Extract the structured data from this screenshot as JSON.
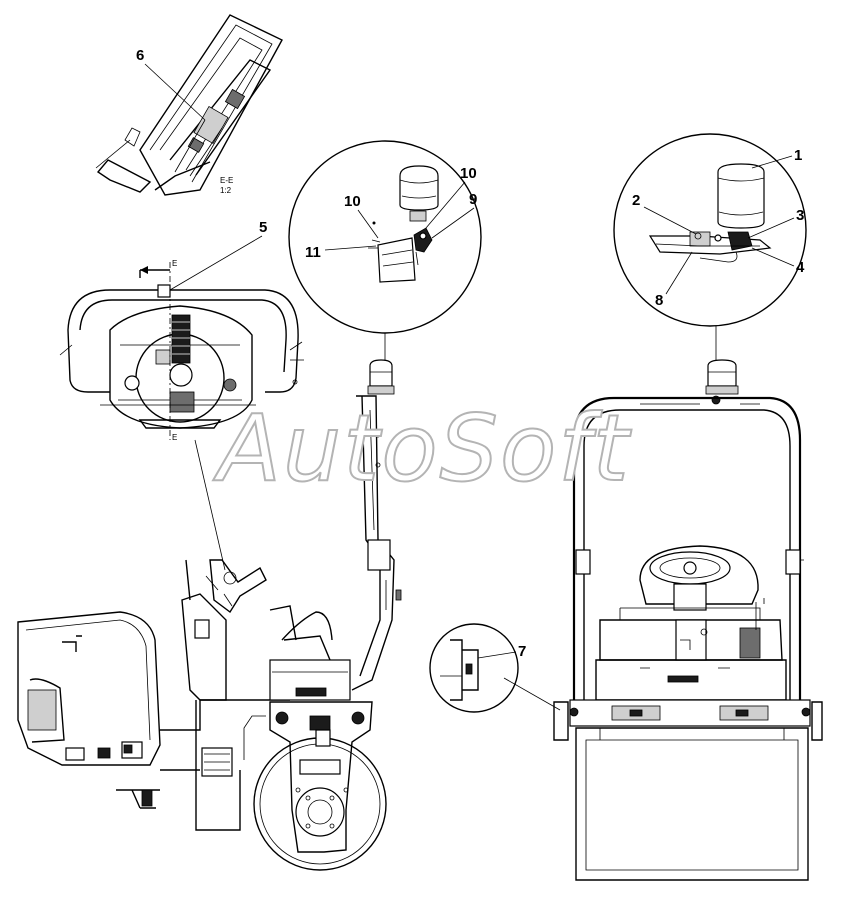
{
  "watermark": "AutoSoft",
  "section_label": {
    "marker_top": "E-E",
    "marker_bottom": "1:2",
    "marker_letter_top": "E",
    "marker_letter_bottom": "E"
  },
  "callouts": {
    "c1": "1",
    "c2": "2",
    "c3": "3",
    "c4": "4",
    "c5": "5",
    "c6": "6",
    "c7": "7",
    "c8": "8",
    "c9": "9",
    "c10a": "10",
    "c10b": "10",
    "c11": "11"
  },
  "colors": {
    "line": "#000000",
    "watermark_outline": "#b4b4b4",
    "shade": "#6d6d6d"
  }
}
